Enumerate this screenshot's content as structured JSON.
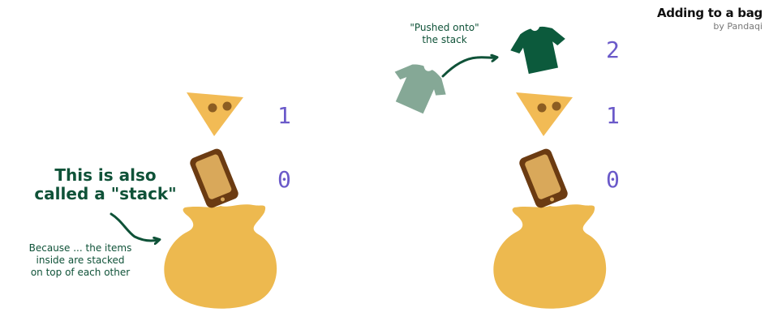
{
  "title": {
    "main": "Adding to a bag",
    "sub": "by Pandaqi"
  },
  "left_panel": {
    "indices": [
      "1",
      "0"
    ],
    "callout_title_line1": "This is also",
    "callout_title_line2": "called a \"stack\"",
    "callout_note_line1": "Because ... the items",
    "callout_note_line2": "inside are stacked",
    "callout_note_line3": "on top of each other"
  },
  "right_panel": {
    "indices": [
      "2",
      "1",
      "0"
    ],
    "push_label_line1": "\"Pushed onto\"",
    "push_label_line2": "the stack"
  },
  "colors": {
    "bag": "#edb94f",
    "cheese": "#f2bb55",
    "cheese_holes": "#8c5d22",
    "phone_frame": "#6b3b12",
    "phone_screen": "#d9a85a",
    "shirt_dark": "#0c5a3c",
    "shirt_light": "#85a896",
    "index_color": "#6a59c9",
    "annotation": "#0f5238"
  },
  "icons": [
    "bag-icon",
    "cheese-icon",
    "phone-icon",
    "shirt-icon",
    "curved-arrow-icon"
  ]
}
